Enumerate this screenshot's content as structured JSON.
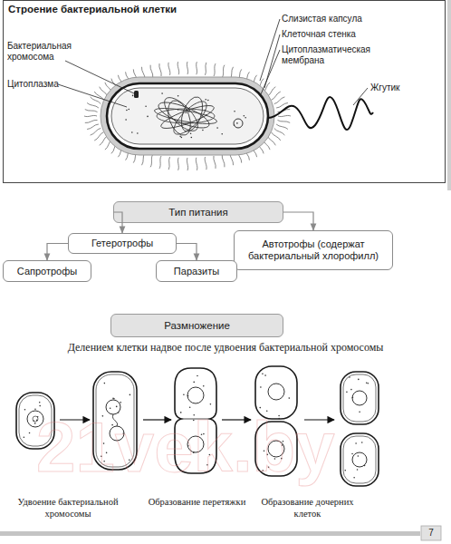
{
  "diagram": {
    "nodes": [
      {
        "text": [
          "Строение бактериальной клетки"
        ]
      },
      {
        "text": [
          "Тип питания"
        ]
      },
      {
        "text": [
          "Гетеротрофы"
        ]
      },
      {
        "text": [
          "Автотрофы (содержат бактериальный хлорофилл)"
        ]
      },
      {
        "text": [
          "Сапротрофы"
        ]
      },
      {
        "text": [
          "Паразиты"
        ]
      },
      {
        "text": [
          "Размножение"
        ]
      }
    ],
    "edges": [
      {
        "from": 1,
        "to": 2,
        "arrow": "to"
      },
      {
        "from": 1,
        "to": 3,
        "arrow": "to"
      },
      {
        "from": 2,
        "to": 4,
        "arrow": "to"
      },
      {
        "from": 2,
        "to": 5,
        "arrow": "to"
      }
    ],
    "labels": [
      "Слизистая капсула",
      "Клеточная стенка",
      "Бактериальная хромосома",
      "Цитоплазматическая мембрана",
      "Цитоплазма",
      "Жгутик",
      "Делением клетки надвое после удвоения бактериальной хромосомы",
      "Удвоение бактериальной хромосомы",
      "Образование перетяжки",
      "Образование дочерних клеток",
      "21vek.by",
      "7"
    ]
  }
}
